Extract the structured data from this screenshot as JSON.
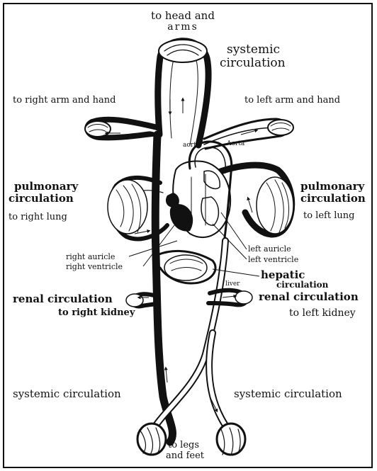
{
  "labels": {
    "head_arms_1": "to head and",
    "head_arms_2": "arms",
    "systemic_top_1": "systemic",
    "systemic_top_2": "circulation",
    "right_arm": "to right arm and hand",
    "left_arm": "to left arm and hand",
    "aorta_small": "aorta",
    "aorta_cap": "Aorta",
    "pulm_left_1": "pulmonary",
    "pulm_left_2": "circulation",
    "right_lung": "to right lung",
    "pulm_right_1": "pulmonary",
    "pulm_right_2": "circulation",
    "left_lung": "to left lung",
    "left_auricle": "left auricle",
    "left_ventricle": "left ventricle",
    "right_auricle": "right auricle",
    "right_ventricle": "right ventricle",
    "hepatic_1": "hepatic",
    "hepatic_2": "circulation",
    "liver": "liver",
    "renal_left": "renal circulation",
    "right_kidney": "to right kidney",
    "renal_right": "renal circulation",
    "left_kidney": "to left kidney",
    "systemic_bl": "systemic circulation",
    "systemic_br": "systemic circulation",
    "legs_1": "to legs",
    "legs_2": "and feet"
  }
}
